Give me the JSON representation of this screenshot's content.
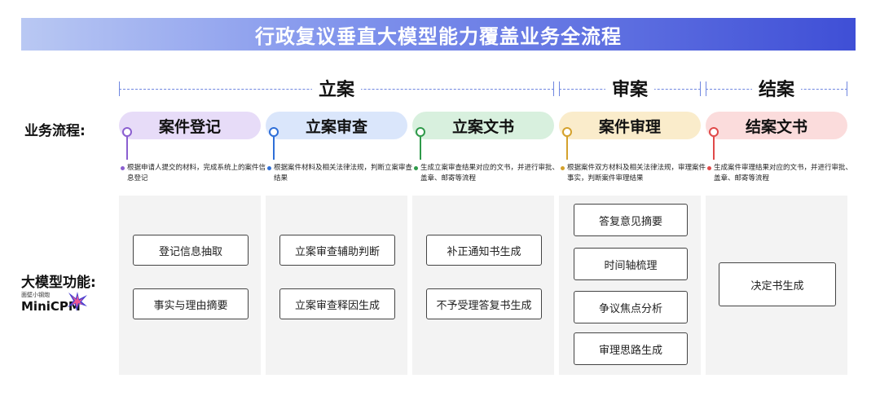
{
  "title": "行政复议垂直大模型能力覆盖业务全流程",
  "phases": [
    {
      "label": "立案"
    },
    {
      "label": "审案"
    },
    {
      "label": "结案"
    }
  ],
  "row_labels": {
    "process": "业务流程:",
    "model": "大模型功能:"
  },
  "logo": {
    "cn_text": "面壁小钢炮",
    "en_text": "MiniCPM"
  },
  "colors": {
    "banner_start": "#b9c8f3",
    "banner_end": "#3f4fd6",
    "phase_line": "#6f86e0"
  },
  "stages": [
    {
      "name": "案件登记",
      "color": "#8b5fd0",
      "pill_bg": "#e7dcf8",
      "description": "根据申请人提交的材料，完成系统上的案件信息登记",
      "functions": [
        "登记信息抽取",
        "事实与理由摘要"
      ]
    },
    {
      "name": "立案审查",
      "color": "#2f6fd8",
      "pill_bg": "#dae6fb",
      "description": "根据案件材料及相关法律法规，判断立案审查结果",
      "functions": [
        "立案审查辅助判断",
        "立案审查释因生成"
      ]
    },
    {
      "name": "立案文书",
      "color": "#2f9a4a",
      "pill_bg": "#d8f0de",
      "description": "生成立案审查结果对应的文书，并进行审批、盖章、邮寄等流程",
      "functions": [
        "补正通知书生成",
        "不予受理答复书生成"
      ]
    },
    {
      "name": "案件审理",
      "color": "#d4a12c",
      "pill_bg": "#faeccb",
      "description": "根据案件双方材料及相关法律法规，审理案件事实，判断案件审理结果",
      "functions": [
        "答复意见摘要",
        "时间轴梳理",
        "争议焦点分析",
        "审理思路生成"
      ]
    },
    {
      "name": "结案文书",
      "color": "#e04a4a",
      "pill_bg": "#fbdcdc",
      "description": "生成案件审理结果对应的文书，并进行审批、盖章、邮寄等流程",
      "functions": [
        "决定书生成"
      ]
    }
  ]
}
